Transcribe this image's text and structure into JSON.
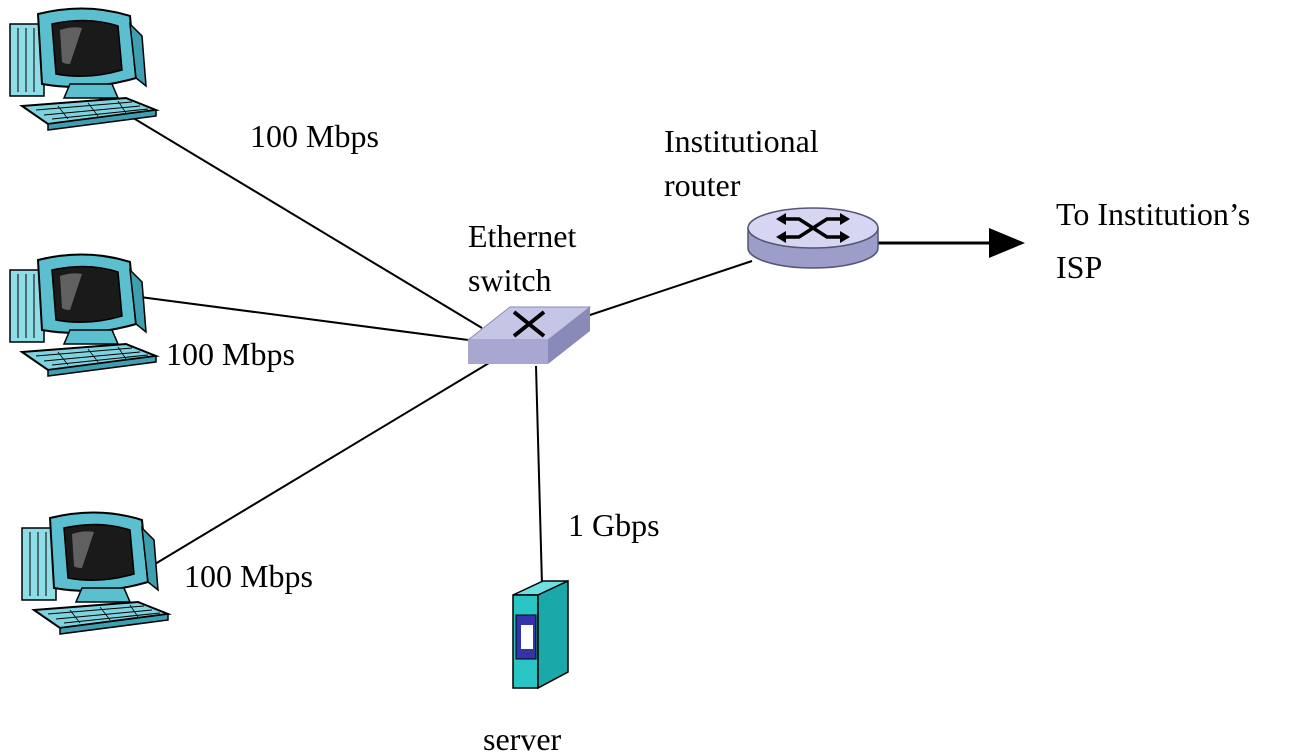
{
  "labels": {
    "link_top": "100 Mbps",
    "link_middle": "100 Mbps",
    "link_bottom": "100 Mbps",
    "link_server": "1 Gbps",
    "switch_line1": "Ethernet",
    "switch_line2": "switch",
    "router_line1": "Institutional",
    "router_line2": "router",
    "isp_line1": "To Institution’s",
    "isp_line2": "ISP",
    "server": "server"
  },
  "icons": {
    "workstation": "desktop-computer-icon",
    "switch": "ethernet-switch-icon",
    "router": "router-icon",
    "server": "server-tower-icon"
  },
  "colors": {
    "monitor_body": "#5bbfcf",
    "monitor_screen": "#1a1a1a",
    "keyboard": "#7fd3df",
    "cpu_tower": "#8fdde6",
    "switch_top": "#c5c5e6",
    "switch_side": "#8a8ab8",
    "router_top": "#d6d6f2",
    "router_side": "#9d9dc9",
    "server_body": "#29c4c4",
    "server_panel": "#3333aa",
    "link": "#000000"
  }
}
